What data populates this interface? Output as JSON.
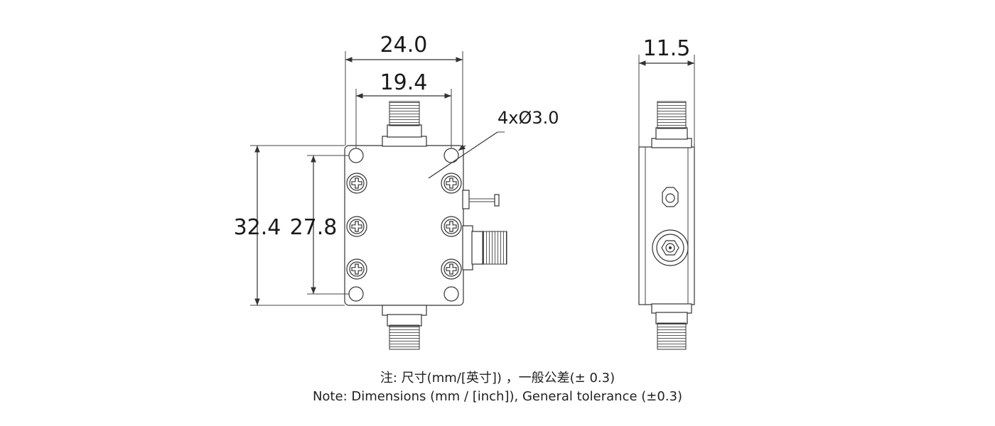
{
  "dimensions": {
    "overall_width": "24.0",
    "hole_spacing_x": "19.4",
    "overall_height": "32.4",
    "hole_spacing_y": "27.8",
    "hole_callout": "4xØ3.0",
    "side_thickness": "11.5"
  },
  "notes": {
    "line_cn": "注: 尺寸(mm/[英寸]) ，一般公差(± 0.3)",
    "line_en": "Note: Dimensions (mm / [inch]), General tolerance (±0.3)"
  },
  "colors": {
    "line": "#333333",
    "text": "#1a1a1a",
    "background": "#ffffff"
  }
}
